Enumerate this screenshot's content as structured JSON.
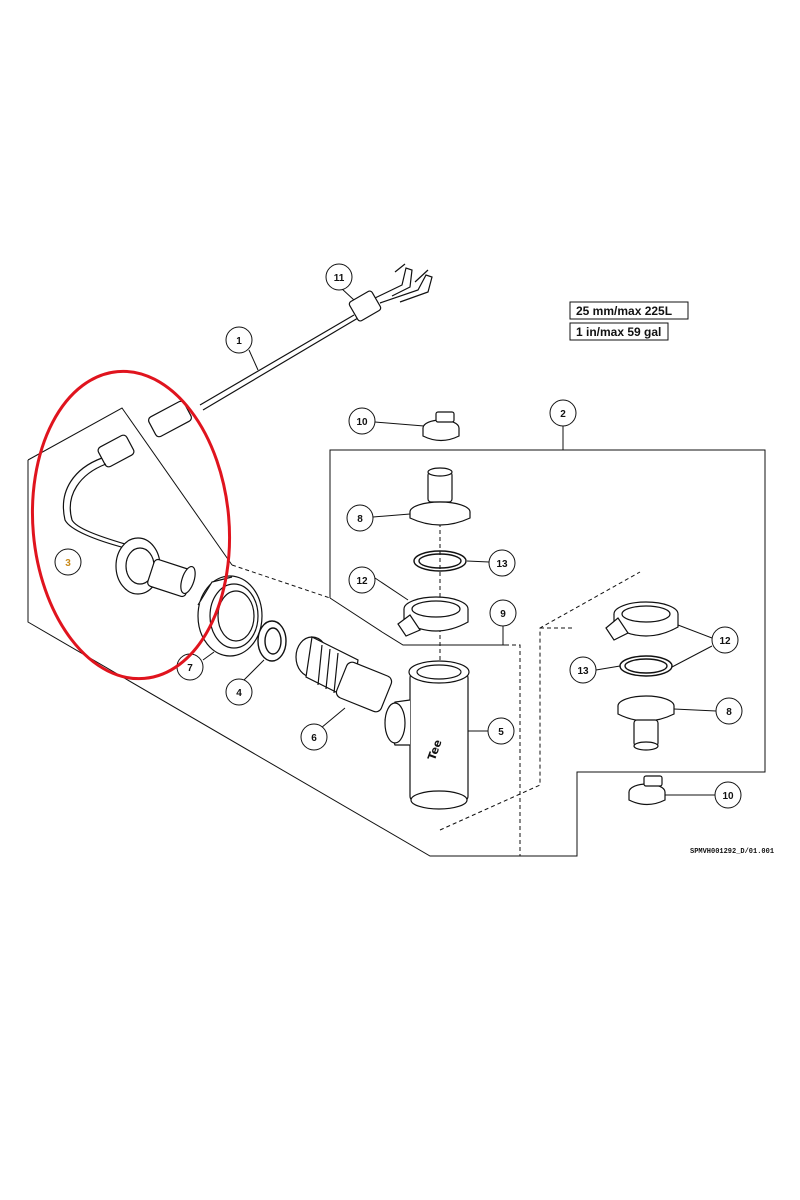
{
  "specs": [
    "25 mm/max 225L",
    "1 in/max 59 gal"
  ],
  "drawing_ref": "SPMVH001292_D/01.001",
  "callouts": {
    "c1": "1",
    "c2": "2",
    "c3": "3",
    "c4": "4",
    "c5": "5",
    "c6": "6",
    "c7": "7",
    "c8a": "8",
    "c8b": "8",
    "c9": "9",
    "c10a": "10",
    "c10b": "10",
    "c11": "11",
    "c12a": "12",
    "c12b": "12",
    "c13a": "13",
    "c13b": "13"
  },
  "colors": {
    "line": "#111111",
    "highlight": "#e0141e",
    "callout3": "#c98a1a"
  }
}
